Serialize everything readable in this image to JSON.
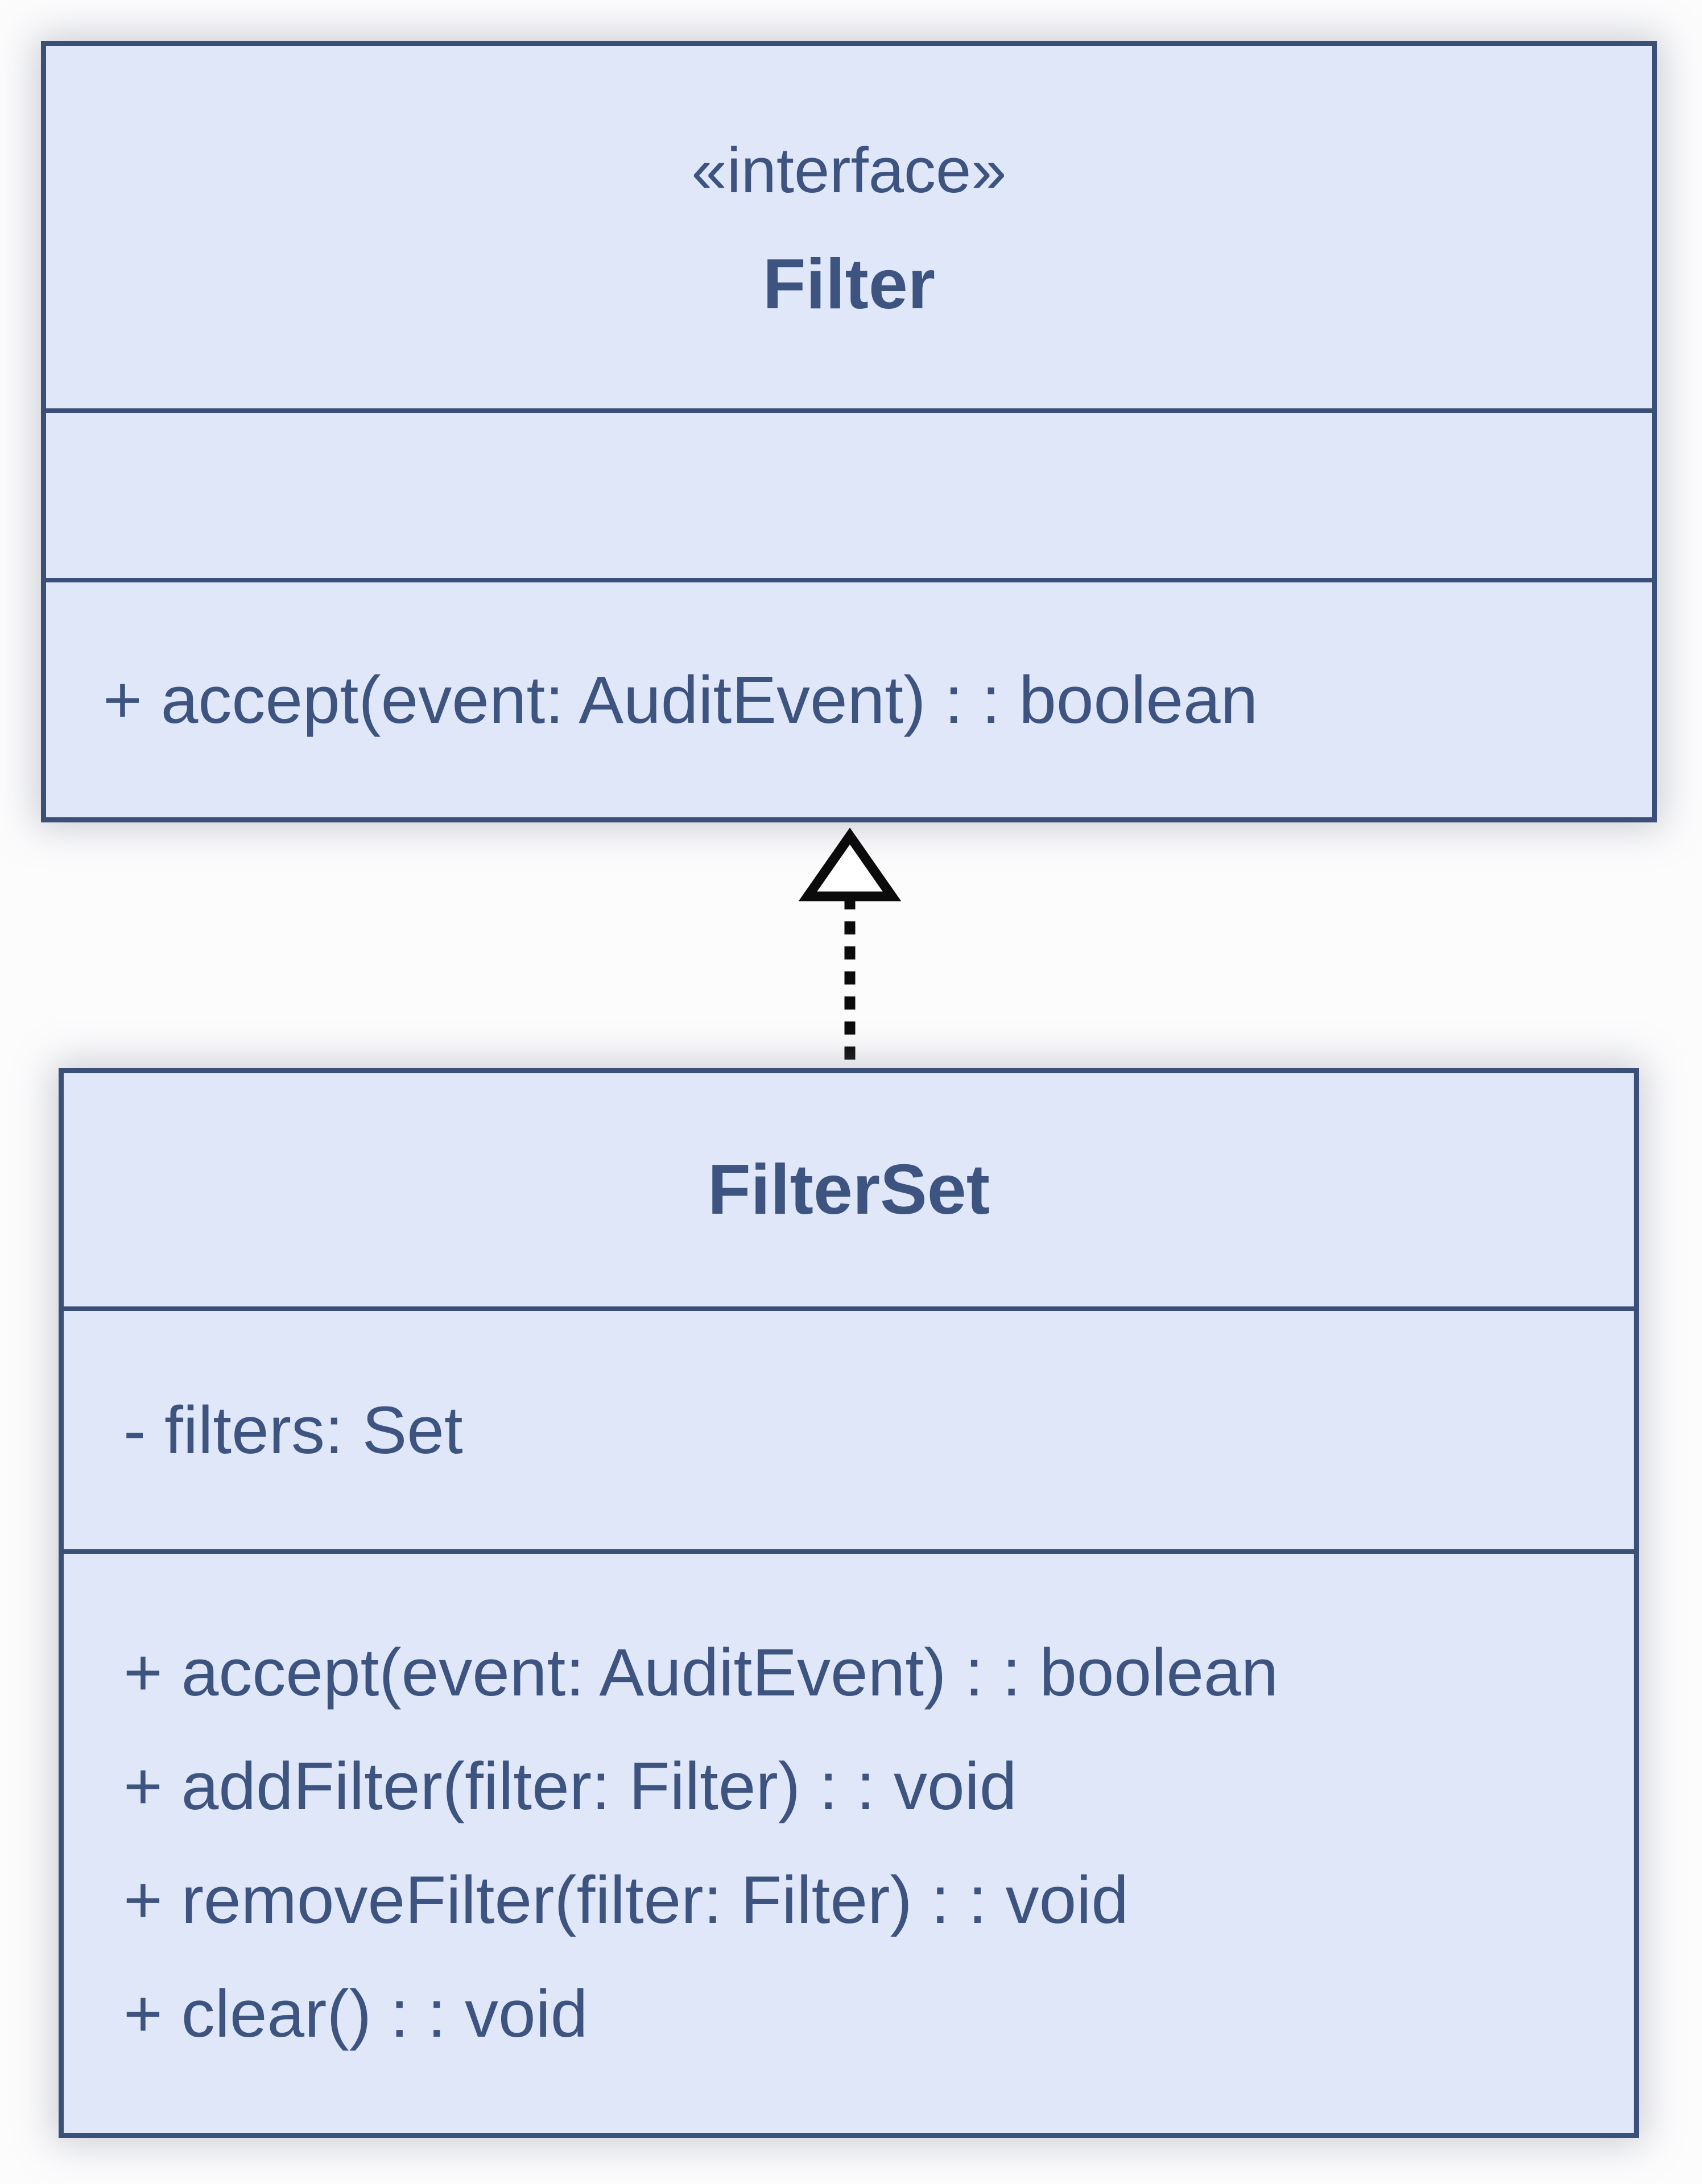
{
  "diagram": {
    "classes": {
      "filter": {
        "stereotype": "«interface»",
        "name": "Filter",
        "attributes": [],
        "methods": [
          "+ accept(event: AuditEvent) : : boolean"
        ]
      },
      "filterset": {
        "name": "FilterSet",
        "attributes": [
          "- filters: Set"
        ],
        "methods": [
          "+ accept(event: AuditEvent) : : boolean",
          "+ addFilter(filter: Filter) : : void",
          "+ removeFilter(filter: Filter) : : void",
          "+ clear() : : void"
        ]
      }
    },
    "relationship": {
      "type": "realization",
      "from": "FilterSet",
      "to": "Filter",
      "style": "dashed-line-hollow-triangle"
    },
    "colors": {
      "box_fill": "#dfe7f9",
      "box_border": "#3a5078",
      "text": "#3e5480",
      "arrow": "#0b0b0b",
      "background": "#fcfcfd"
    }
  }
}
